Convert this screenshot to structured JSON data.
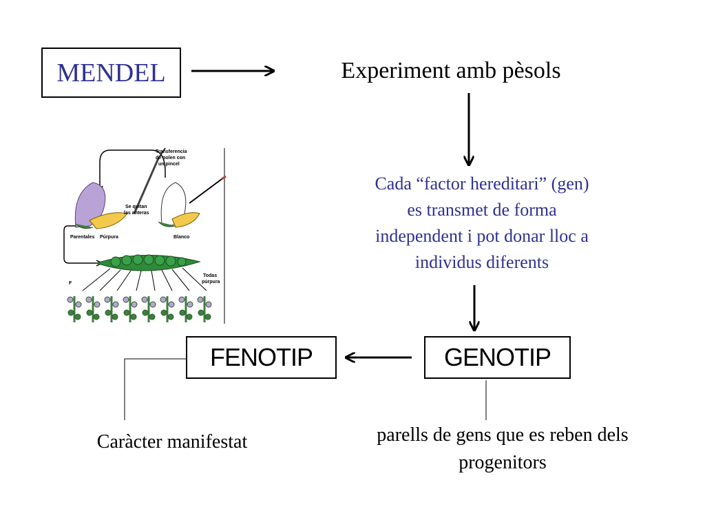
{
  "mendel": {
    "label": "MENDEL"
  },
  "experiment": {
    "label": "Experiment amb pèsols"
  },
  "factor": {
    "lines": [
      "Cada “factor hereditari” (gen)",
      "es transmet de forma",
      "independent i pot donar lloc a",
      "individus diferents"
    ],
    "color": "#2e3192"
  },
  "fenotip": {
    "label": "FENOTIP",
    "description": "Caràcter manifestat"
  },
  "genotip": {
    "label": "GENOTIP",
    "description_lines": [
      "parells de gens que es reben dels",
      "progenitors"
    ]
  },
  "illustration": {
    "labels": {
      "transfer_1": "Transferencia",
      "transfer_2": "de polen con",
      "transfer_3": "un pincel",
      "anthers_1": "Se quitan",
      "anthers_2": "las anteras",
      "parentales": "Parentales",
      "purpura": "Púrpura",
      "blanco": "Blanco",
      "f1": "F",
      "todas_1": "Todas",
      "todas_2": "púrpura"
    },
    "colors": {
      "purple": "#b9a3d6",
      "pod": "#2f8a3a",
      "pea": "#3aa14a",
      "yellow": "#f2c94c",
      "stem": "#3f7f3f"
    }
  }
}
